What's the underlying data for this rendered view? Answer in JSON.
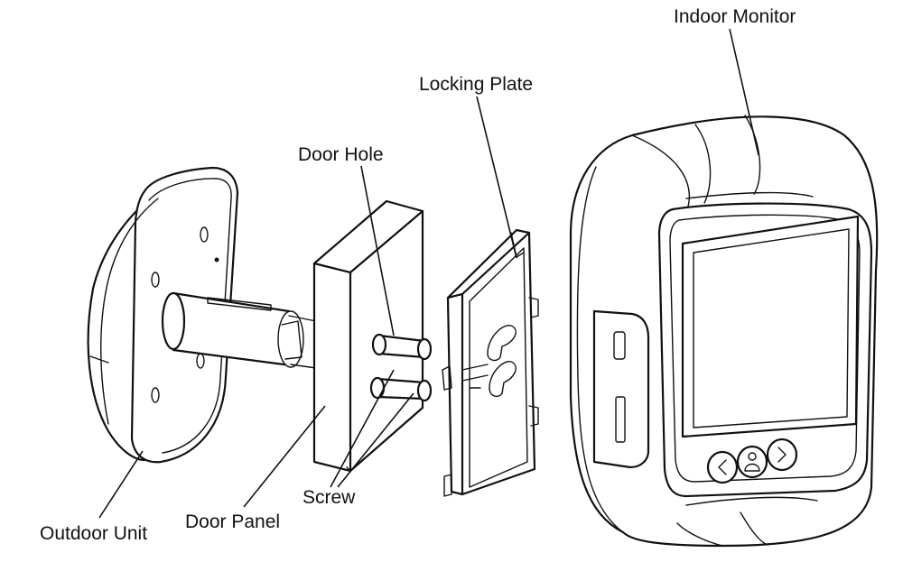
{
  "labels": {
    "indoor_monitor": "Indoor Monitor",
    "locking_plate": "Locking Plate",
    "door_hole": "Door Hole",
    "outdoor_unit": "Outdoor Unit",
    "door_panel": "Door Panel",
    "screw": "Screw"
  },
  "colors": {
    "line": "#111111",
    "background": "#ffffff"
  }
}
